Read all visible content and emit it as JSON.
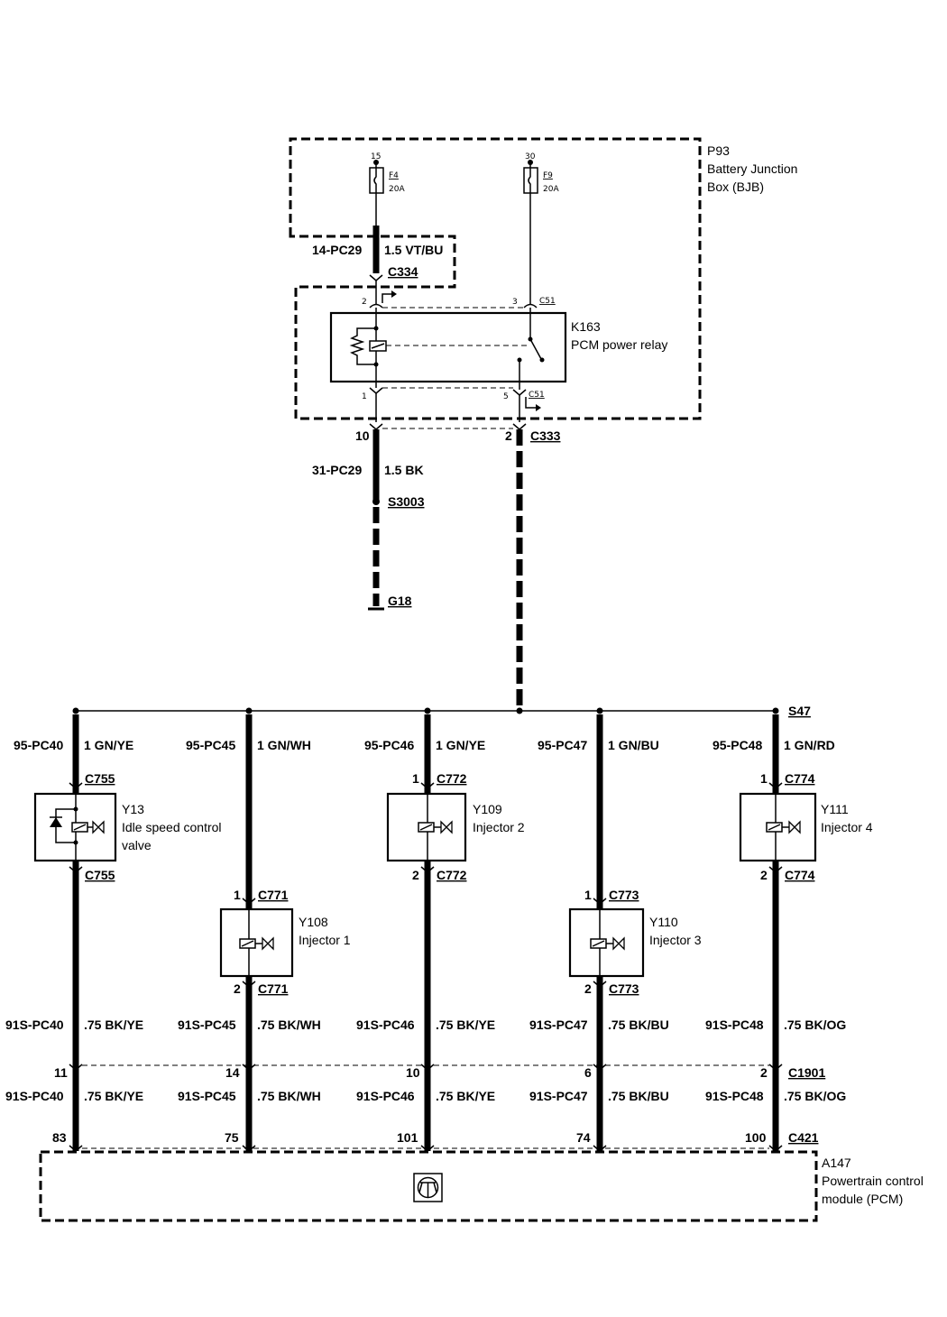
{
  "bjb": {
    "id": "P93",
    "name": "Battery Junction",
    "name2": "Box (BJB)",
    "fuse_left": {
      "terminal": "15",
      "id": "F4",
      "rating": "20A"
    },
    "fuse_right": {
      "terminal": "30",
      "id": "F9",
      "rating": "20A"
    }
  },
  "feed_wire": {
    "circuit": "14-PC29",
    "spec": "1.5 VT/BU",
    "connector": "C334"
  },
  "relay": {
    "id": "K163",
    "name": "PCM power relay",
    "pin_top_left": "2",
    "pin_top_right": "3",
    "pin_bottom_left": "1",
    "pin_bottom_right": "5",
    "conn_top": "C51",
    "conn_bottom": "C51"
  },
  "c333": {
    "pin_left": "10",
    "pin_right": "2",
    "connector": "C333"
  },
  "ground_wire": {
    "circuit": "31-PC29",
    "spec": "1.5 BK",
    "splice": "S3003",
    "ground": "G18"
  },
  "splice_bus": "S47",
  "branches": [
    {
      "circuit": "95-PC40",
      "spec": "1 GN/YE",
      "comp_id": "Y13",
      "comp_name": "Idle speed control",
      "comp_name2": "valve",
      "conn_top": "C755",
      "conn_bottom": "C755",
      "pin_top": "",
      "pin_bottom": "",
      "pcm_circuit": "91S-PC40",
      "pcm_spec": ".75 BK/YE",
      "c1901_pin": "11",
      "c421_pin": "83"
    },
    {
      "circuit": "95-PC45",
      "spec": "1 GN/WH",
      "comp_id": "Y108",
      "comp_name": "Injector 1",
      "comp_name2": "",
      "conn_top": "C771",
      "conn_bottom": "C771",
      "pin_top": "1",
      "pin_bottom": "2",
      "pcm_circuit": "91S-PC45",
      "pcm_spec": ".75 BK/WH",
      "c1901_pin": "14",
      "c421_pin": "75"
    },
    {
      "circuit": "95-PC46",
      "spec": "1 GN/YE",
      "comp_id": "Y109",
      "comp_name": "Injector 2",
      "comp_name2": "",
      "conn_top": "C772",
      "conn_bottom": "C772",
      "pin_top": "1",
      "pin_bottom": "2",
      "pcm_circuit": "91S-PC46",
      "pcm_spec": ".75 BK/YE",
      "c1901_pin": "10",
      "c421_pin": "101"
    },
    {
      "circuit": "95-PC47",
      "spec": "1 GN/BU",
      "comp_id": "Y110",
      "comp_name": "Injector 3",
      "comp_name2": "",
      "conn_top": "C773",
      "conn_bottom": "C773",
      "pin_top": "1",
      "pin_bottom": "2",
      "pcm_circuit": "91S-PC47",
      "pcm_spec": ".75 BK/BU",
      "c1901_pin": "6",
      "c421_pin": "74"
    },
    {
      "circuit": "95-PC48",
      "spec": "1 GN/RD",
      "comp_id": "Y111",
      "comp_name": "Injector 4",
      "comp_name2": "",
      "conn_top": "C774",
      "conn_bottom": "C774",
      "pin_top": "1",
      "pin_bottom": "2",
      "pcm_circuit": "91S-PC48",
      "pcm_spec": ".75 BK/OG",
      "c1901_pin": "2",
      "c421_pin": "100"
    }
  ],
  "c1901": "C1901",
  "c421": "C421",
  "pcm": {
    "id": "A147",
    "name": "Powertrain control",
    "name2": "module (PCM)"
  }
}
